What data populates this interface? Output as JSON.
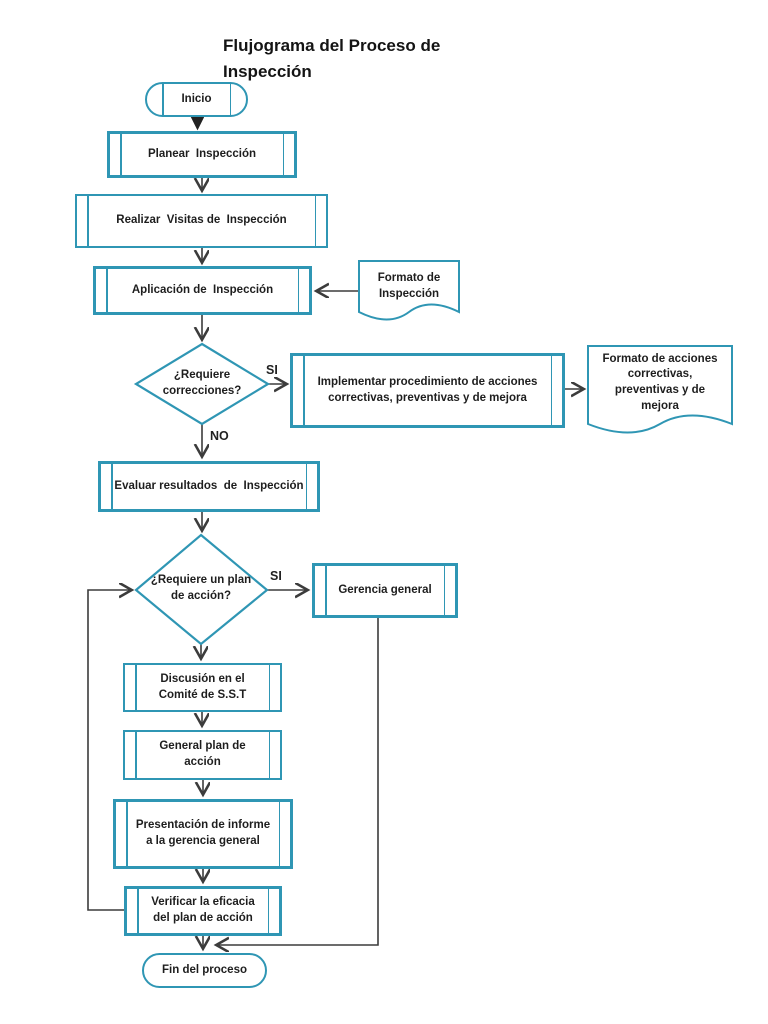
{
  "title": "Flujograma del Proceso de Inspección",
  "nodes": {
    "inicio": {
      "label": "Inicio",
      "type": "terminator"
    },
    "planear": {
      "label": "Planear  Inspección",
      "type": "predefined-process"
    },
    "realizar": {
      "label": "Realizar  Visitas de  Inspección",
      "type": "predefined-process"
    },
    "aplicacion": {
      "label": "Aplicación de  Inspección",
      "type": "predefined-process"
    },
    "formato_inspeccion": {
      "label": "Formato de\nInspección",
      "type": "document"
    },
    "decision_correcciones": {
      "label": "¿Requiere\ncorrecciones?",
      "type": "decision"
    },
    "implementar": {
      "label": "Implementar procedimiento de acciones\ncorrectivas, preventivas y de mejora",
      "type": "predefined-process"
    },
    "formato_acciones": {
      "label": "Formato de acciones\ncorrectivas,\npreventivas y de\nmejora",
      "type": "document"
    },
    "evaluar": {
      "label": "Evaluar resultados  de  Inspección",
      "type": "predefined-process"
    },
    "decision_plan": {
      "label": "¿Requiere un plan\nde acción?",
      "type": "decision"
    },
    "gerencia": {
      "label": "Gerencia general",
      "type": "predefined-process"
    },
    "discusion": {
      "label": "Discusión en el\nComité de S.S.T",
      "type": "predefined-process"
    },
    "general_plan": {
      "label": "General plan de\nacción",
      "type": "predefined-process"
    },
    "presentacion": {
      "label": "Presentación de informe\na la gerencia general",
      "type": "predefined-process"
    },
    "verificar": {
      "label": "Verificar la eficacia\ndel plan de acción",
      "type": "predefined-process"
    },
    "fin": {
      "label": "Fin del proceso",
      "type": "terminator"
    }
  },
  "edge_labels": {
    "si_correcciones": "SI",
    "no_correcciones": "NO",
    "si_plan": "SI"
  },
  "colors": {
    "shape_stroke": "#2f96b4",
    "connector": "#3c3c3c",
    "text": "#1e1e1e"
  }
}
